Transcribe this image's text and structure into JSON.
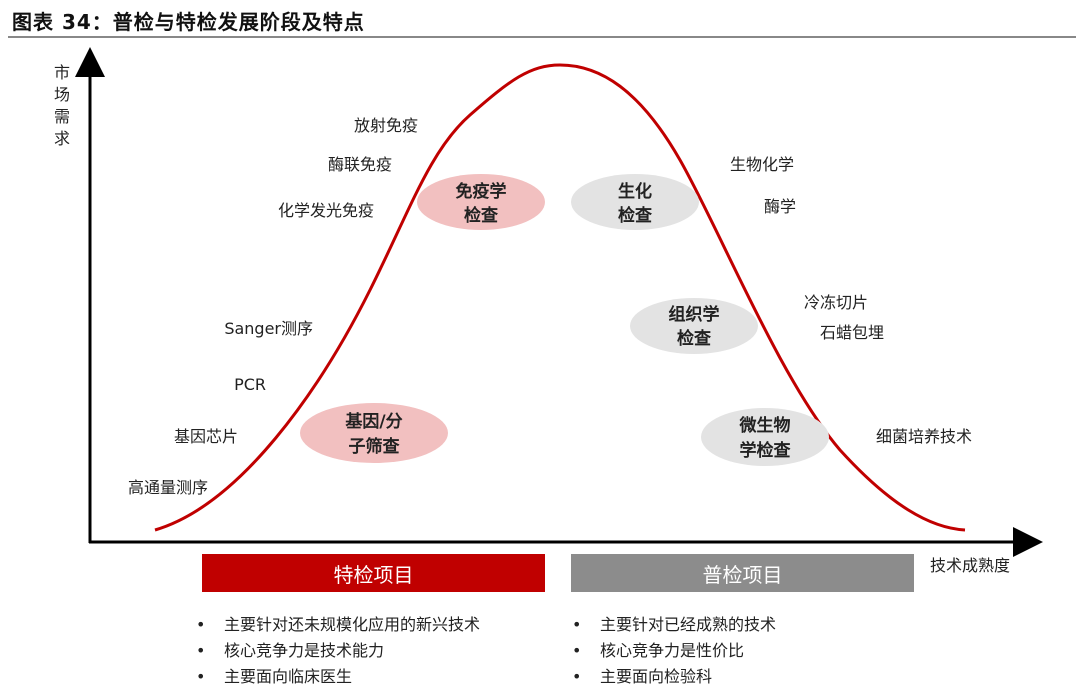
{
  "title": "图表 34：普检与特检发展阶段及特点",
  "y_axis_label": [
    "市",
    "场",
    "需",
    "求"
  ],
  "x_axis_label": "技术成熟度",
  "left_labels": [
    "放射免疫",
    "酶联免疫",
    "化学发光免疫",
    "Sanger测序",
    "PCR",
    "基因芯片",
    "高通量测序"
  ],
  "right_labels": [
    "生物化学",
    "酶学",
    "冷冻切片",
    "石蜡包埋",
    "细菌培养技术"
  ],
  "bubbles": [
    {
      "line1": "免疫学",
      "line2": "检查",
      "kind": "special"
    },
    {
      "line1": "生化",
      "line2": "检查",
      "kind": "general"
    },
    {
      "line1": "组织学",
      "line2": "检查",
      "kind": "general"
    },
    {
      "line1": "基因/分",
      "line2": "子筛查",
      "kind": "special"
    },
    {
      "line1": "微生物",
      "line2": "学检查",
      "kind": "general"
    }
  ],
  "special": {
    "label": "特检项目",
    "color": "#c00000",
    "points": [
      "主要针对还未规模化应用的新兴技术",
      "核心竞争力是技术能力",
      "主要面向临床医生"
    ]
  },
  "general": {
    "label": "普检项目",
    "color": "#8c8c8c",
    "points": [
      "主要针对已经成熟的技术",
      "核心竞争力是性价比",
      "主要面向检验科"
    ]
  },
  "colors": {
    "curve": "#c00000",
    "special_bubble": "#f2c0c0",
    "general_bubble": "#e3e3e3"
  }
}
